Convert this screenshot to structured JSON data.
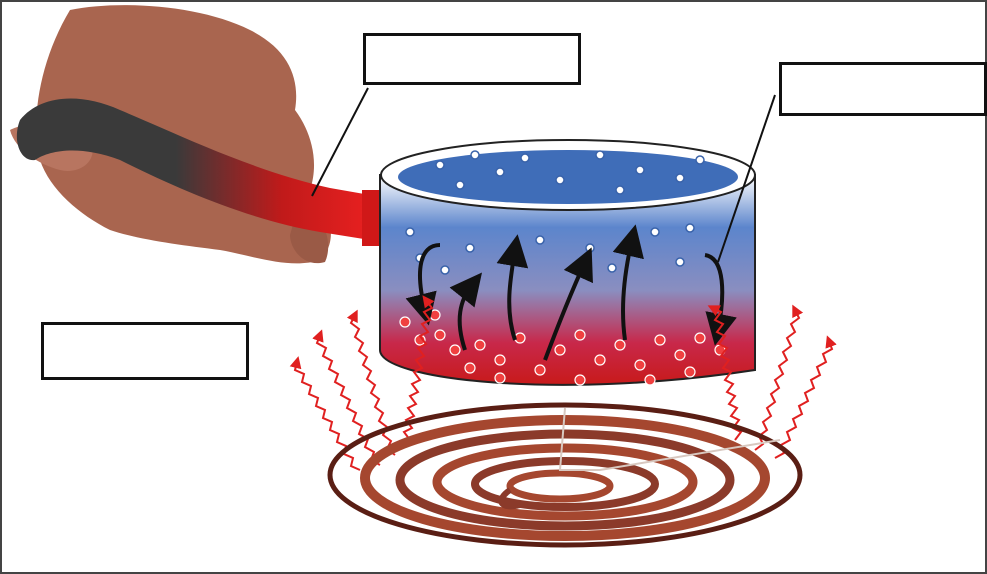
{
  "labels": {
    "top": "",
    "right": "",
    "left": ""
  },
  "colors": {
    "hand": "#b06a55",
    "handle_dark": "#3a3a3a",
    "handle_hot": "#e01818",
    "water_top": "#3f6db8",
    "water_bottom": "#cc1e1e",
    "waves": "#e02020",
    "coil": "#8b3a2a"
  },
  "icons": [
    "hand",
    "saucepan",
    "convection-arrows",
    "heat-waves",
    "stove-coil"
  ]
}
